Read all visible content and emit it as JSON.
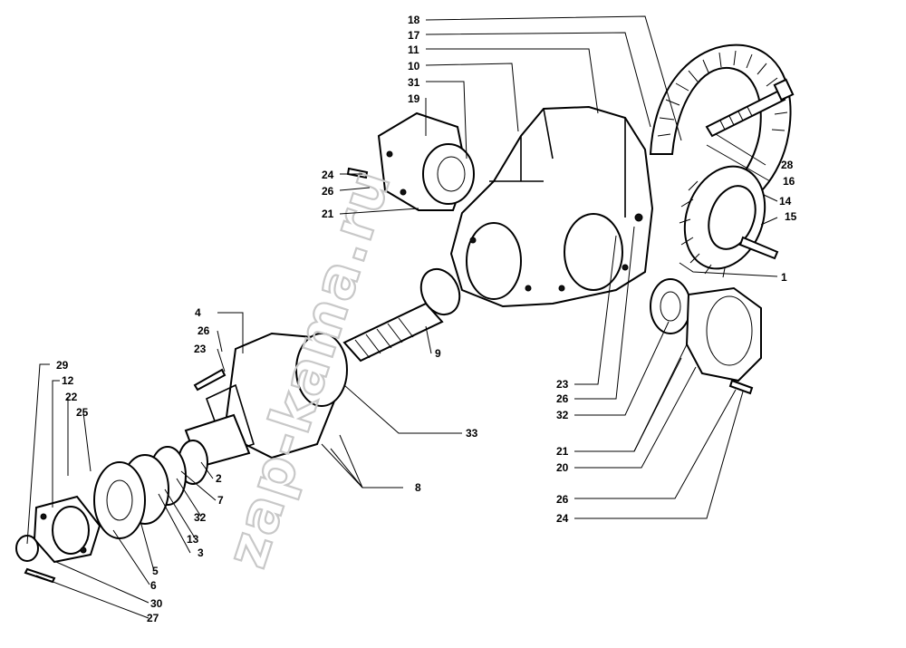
{
  "watermark": "zap-kama.ru",
  "callouts": {
    "c18": "18",
    "c17": "17",
    "c11": "11",
    "c10": "10",
    "c31": "31",
    "c19": "19",
    "c24a": "24",
    "c26a": "26",
    "c21a": "21",
    "c28": "28",
    "c16": "16",
    "c14": "14",
    "c15": "15",
    "c1": "1",
    "c4": "4",
    "c26b": "26",
    "c23a": "23",
    "c9": "9",
    "c29": "29",
    "c12": "12",
    "c22": "22",
    "c25": "25",
    "c2": "2",
    "c7": "7",
    "c32a": "32",
    "c13": "13",
    "c3": "3",
    "c5": "5",
    "c6": "6",
    "c30": "30",
    "c27": "27",
    "c33": "33",
    "c8": "8",
    "c23b": "23",
    "c26c": "26",
    "c32b": "32",
    "c21b": "21",
    "c20": "20",
    "c26d": "26",
    "c24b": "24"
  }
}
